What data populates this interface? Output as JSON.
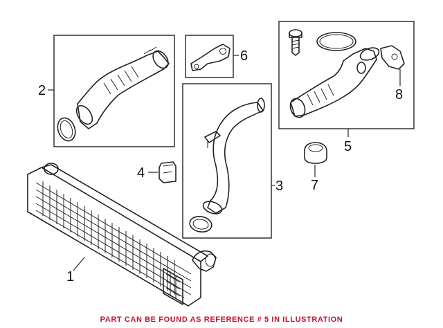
{
  "callouts": {
    "c1": "1",
    "c2": "2",
    "c3": "3",
    "c4": "4",
    "c5": "5",
    "c6": "6",
    "c7": "7",
    "c8": "8"
  },
  "footer": {
    "note": "PART CAN BE FOUND AS REFERENCE # 5 IN ILLUSTRATION",
    "note_color": "#c8102e"
  }
}
